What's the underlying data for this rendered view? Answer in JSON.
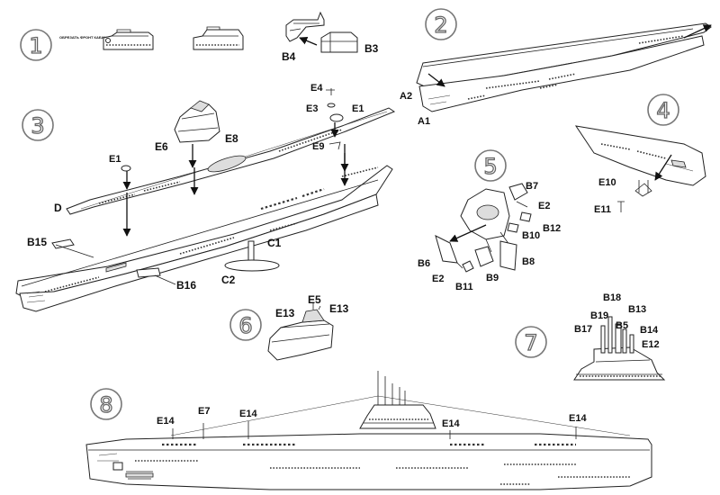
{
  "steps": [
    {
      "number": "1",
      "labels": {
        "b4": "B4",
        "b3": "B3"
      },
      "note": "ОБРЕЗАТЬ ФРОНТ КАБИНЫ, ОТДЕЛИТЬ НОЖОМ"
    },
    {
      "number": "2",
      "labels": {
        "a2": "A2",
        "a1": "A1"
      }
    },
    {
      "number": "3",
      "labels": {
        "e6": "E6",
        "e8": "E8",
        "e4": "E4",
        "e3": "E3",
        "e1a": "E1",
        "e9": "E9",
        "e1b": "E1",
        "d": "D",
        "b15": "B15",
        "c1": "C1",
        "c2": "C2",
        "b16": "B16"
      }
    },
    {
      "number": "4",
      "labels": {
        "e10": "E10",
        "e11": "E11"
      }
    },
    {
      "number": "5",
      "labels": {
        "b7": "B7",
        "e2a": "E2",
        "b12": "B12",
        "b10": "B10",
        "b6": "B6",
        "b8": "B8",
        "e2b": "E2",
        "b11": "B11",
        "b9": "B9"
      }
    },
    {
      "number": "6",
      "labels": {
        "e5": "E5",
        "e13a": "E13",
        "e13b": "E13"
      }
    },
    {
      "number": "7",
      "labels": {
        "b18": "B18",
        "b19": "B19",
        "b13": "B13",
        "b5": "B5",
        "b17": "B17",
        "b14": "B14",
        "e12": "E12"
      }
    },
    {
      "number": "8",
      "labels": {
        "e7": "E7",
        "e14a": "E14",
        "e14b": "E14",
        "e14c": "E14",
        "e14d": "E14"
      }
    }
  ],
  "colors": {
    "line": "#222222",
    "paper": "#ffffff",
    "step_circle": "#777777"
  }
}
